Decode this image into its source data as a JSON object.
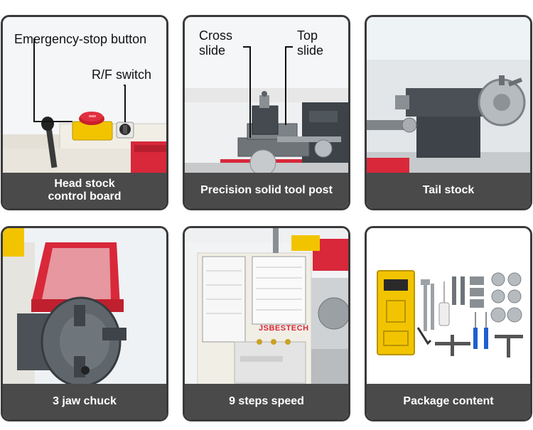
{
  "cards": [
    {
      "caption_lines": [
        "Head stock",
        "control board"
      ],
      "callouts": [
        "Emergency-stop button",
        "R/F switch"
      ]
    },
    {
      "caption_lines": [
        "Precision solid tool post"
      ],
      "callouts": [
        [
          "Cross",
          "slide"
        ],
        [
          "Top",
          "slide"
        ]
      ]
    },
    {
      "caption_lines": [
        "Tail stock"
      ]
    },
    {
      "caption_lines": [
        "3 jaw chuck"
      ]
    },
    {
      "caption_lines": [
        "9 steps speed"
      ],
      "brand_mark": "JSBESTECH"
    },
    {
      "caption_lines": [
        "Package content"
      ]
    }
  ],
  "colors": {
    "card_border": "#3a3a3a",
    "caption_bg": "#4a4a4a",
    "caption_text": "#ffffff",
    "machine_red": "#d8283a",
    "machine_cream": "#f1eee6",
    "steel": "#8a8f94",
    "dark_steel": "#3d4348",
    "toolbox_yellow": "#f2c400"
  },
  "icons": [
    "emergency-stop-button-icon",
    "rf-switch-icon",
    "tool-post-icon",
    "tail-stock-handwheel-icon",
    "three-jaw-chuck-icon",
    "speed-chart-plate-icon",
    "toolbox-icon",
    "wrench-icon",
    "screwdriver-icon",
    "gear-icon",
    "chuck-key-icon"
  ]
}
